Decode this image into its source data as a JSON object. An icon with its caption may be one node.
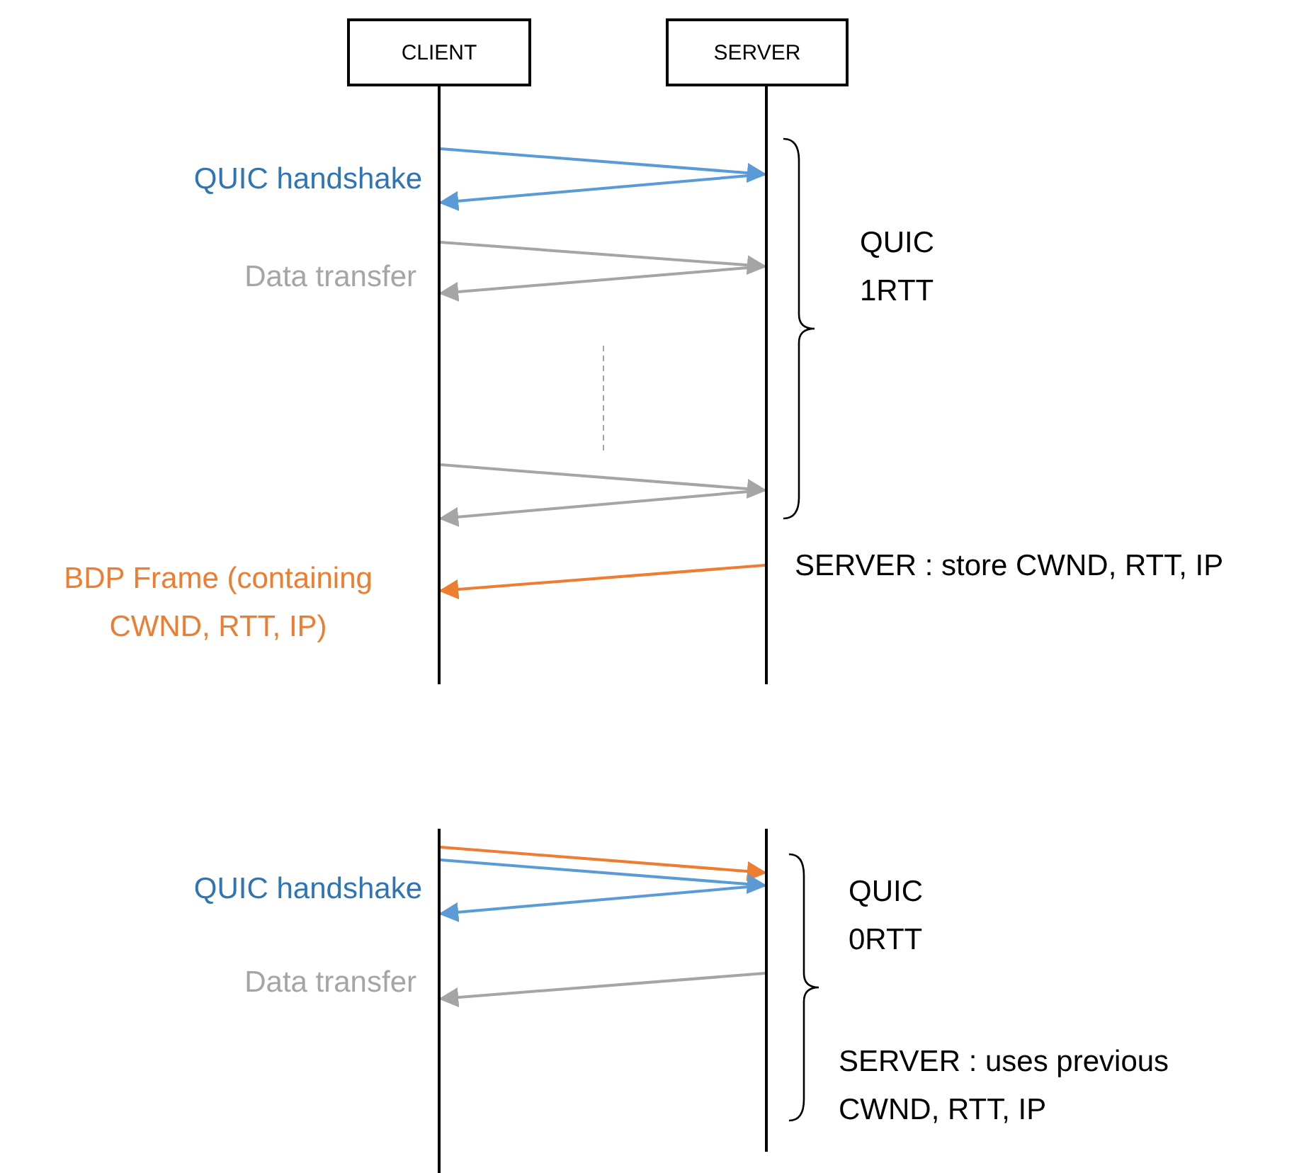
{
  "diagram": {
    "nodes": [
      {
        "text": [
          "CLIENT"
        ]
      },
      {
        "text": [
          "SERVER"
        ]
      },
      {
        "text": [],
        "shape": "bar"
      },
      {
        "text": [],
        "shape": "bar"
      },
      {
        "text": [],
        "shape": "bar"
      },
      {
        "text": [],
        "shape": "bar"
      }
    ],
    "edges": [
      {
        "from": 2,
        "to": 3,
        "arrow": "to",
        "color": "#5b9bd5"
      },
      {
        "from": 3,
        "to": 2,
        "arrow": "to",
        "color": "#5b9bd5"
      },
      {
        "from": 2,
        "to": 3,
        "arrow": "to"
      },
      {
        "from": 3,
        "to": 2,
        "arrow": "to"
      },
      {
        "from": 2,
        "to": 3,
        "arrow": "to"
      },
      {
        "from": 3,
        "to": 2,
        "arrow": "to"
      },
      {
        "from": 3,
        "to": 2,
        "arrow": "to",
        "color": "#ed7d31"
      },
      {
        "from": 4,
        "to": 5,
        "arrow": "to",
        "color": "#ed7d31"
      },
      {
        "from": 4,
        "to": 5,
        "arrow": "to",
        "color": "#5b9bd5"
      },
      {
        "from": 5,
        "to": 4,
        "arrow": "to",
        "color": "#5b9bd5"
      },
      {
        "from": 5,
        "to": 4,
        "arrow": "to"
      }
    ],
    "labels": [
      "QUIC handshake",
      "Data transfer",
      "QUIC 1RTT",
      "BDP Frame (containing CWND, RTT, IP)",
      "SERVER : store CWND, RTT, IP",
      "QUIC handshake",
      "Data transfer",
      "QUIC 0RTT",
      "SERVER : uses previous CWND, RTT, IP"
    ]
  }
}
